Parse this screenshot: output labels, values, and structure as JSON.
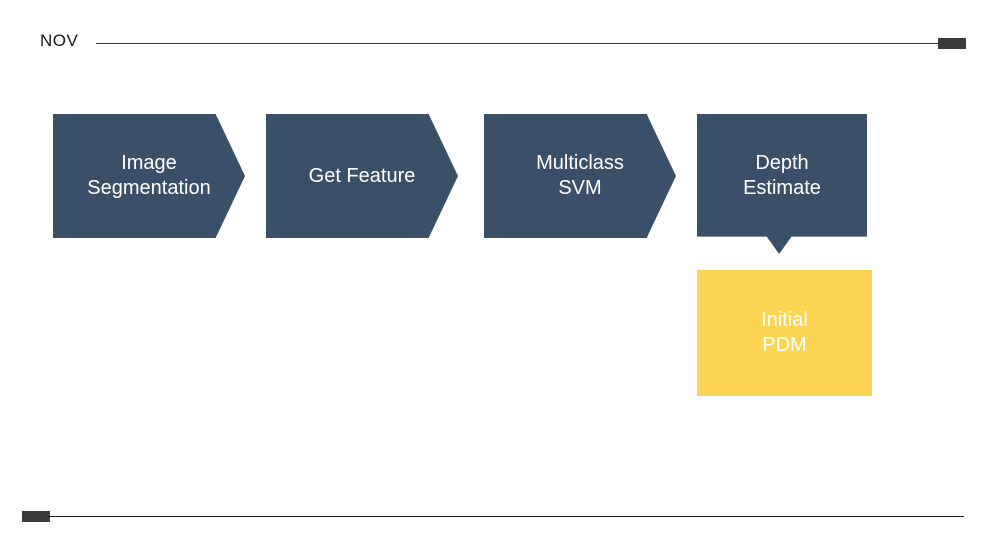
{
  "header": {
    "label": "NOV",
    "rule_color": "#3a3a3a",
    "cap_icon": "rule-end-cap-icon"
  },
  "footer": {
    "rule_color": "#1f1f1f",
    "cap_icon": "rule-start-cap-icon"
  },
  "colors": {
    "process_fill": "#3a5069",
    "highlight_fill": "#fad452",
    "text_on_fill": "#ffffff",
    "background": "#ffffff"
  },
  "diagram": {
    "type": "process-flow",
    "stages": [
      {
        "id": "image-segmentation",
        "label": "Image\nSegmentation",
        "shape": "chevron-right",
        "fill": "#3a5069"
      },
      {
        "id": "get-feature",
        "label": "Get Feature",
        "shape": "chevron-right",
        "fill": "#3a5069"
      },
      {
        "id": "multiclass-svm",
        "label": "Multiclass\nSVM",
        "shape": "chevron-right",
        "fill": "#3a5069"
      },
      {
        "id": "depth-estimate",
        "label": "Depth\nEstimate",
        "shape": "chevron-down",
        "fill": "#3a5069"
      },
      {
        "id": "initial-pdm",
        "label": "Initial\nPDM",
        "shape": "rectangle",
        "fill": "#fad452"
      }
    ]
  }
}
